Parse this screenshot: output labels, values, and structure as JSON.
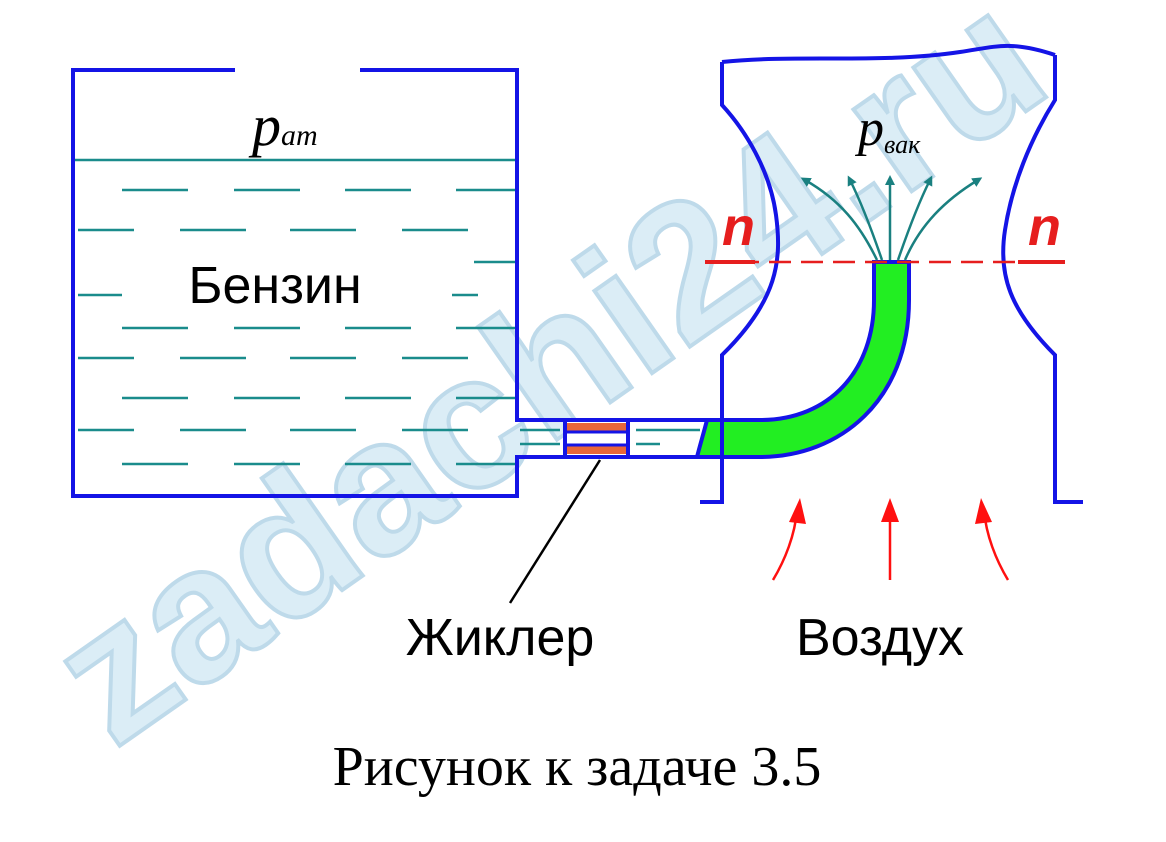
{
  "labels": {
    "p_atm_main": "p",
    "p_atm_sub": "ат",
    "p_vac_main": "p",
    "p_vac_sub": "вак",
    "fuel": "Бензин",
    "section_left": "n",
    "section_right": "n",
    "jet": "Жиклер",
    "air": "Воздух",
    "caption": "Рисунок к задаче 3.5"
  },
  "watermark": {
    "text": "zadachi24.ru"
  },
  "colors": {
    "wall": "#1414e6",
    "fluid_lines": "#1a8c8c",
    "fuel_tube": "#22ee22",
    "jet_plate": "#e8663a",
    "section_line": "#e61e1e",
    "air_arrows": "#ff1010",
    "spray_arrows": "#1a8080",
    "watermark": "#cfe6f2",
    "text": "#000000"
  },
  "icons": {
    "spray": "arrow-up-icon",
    "air": "arrow-up-icon"
  }
}
